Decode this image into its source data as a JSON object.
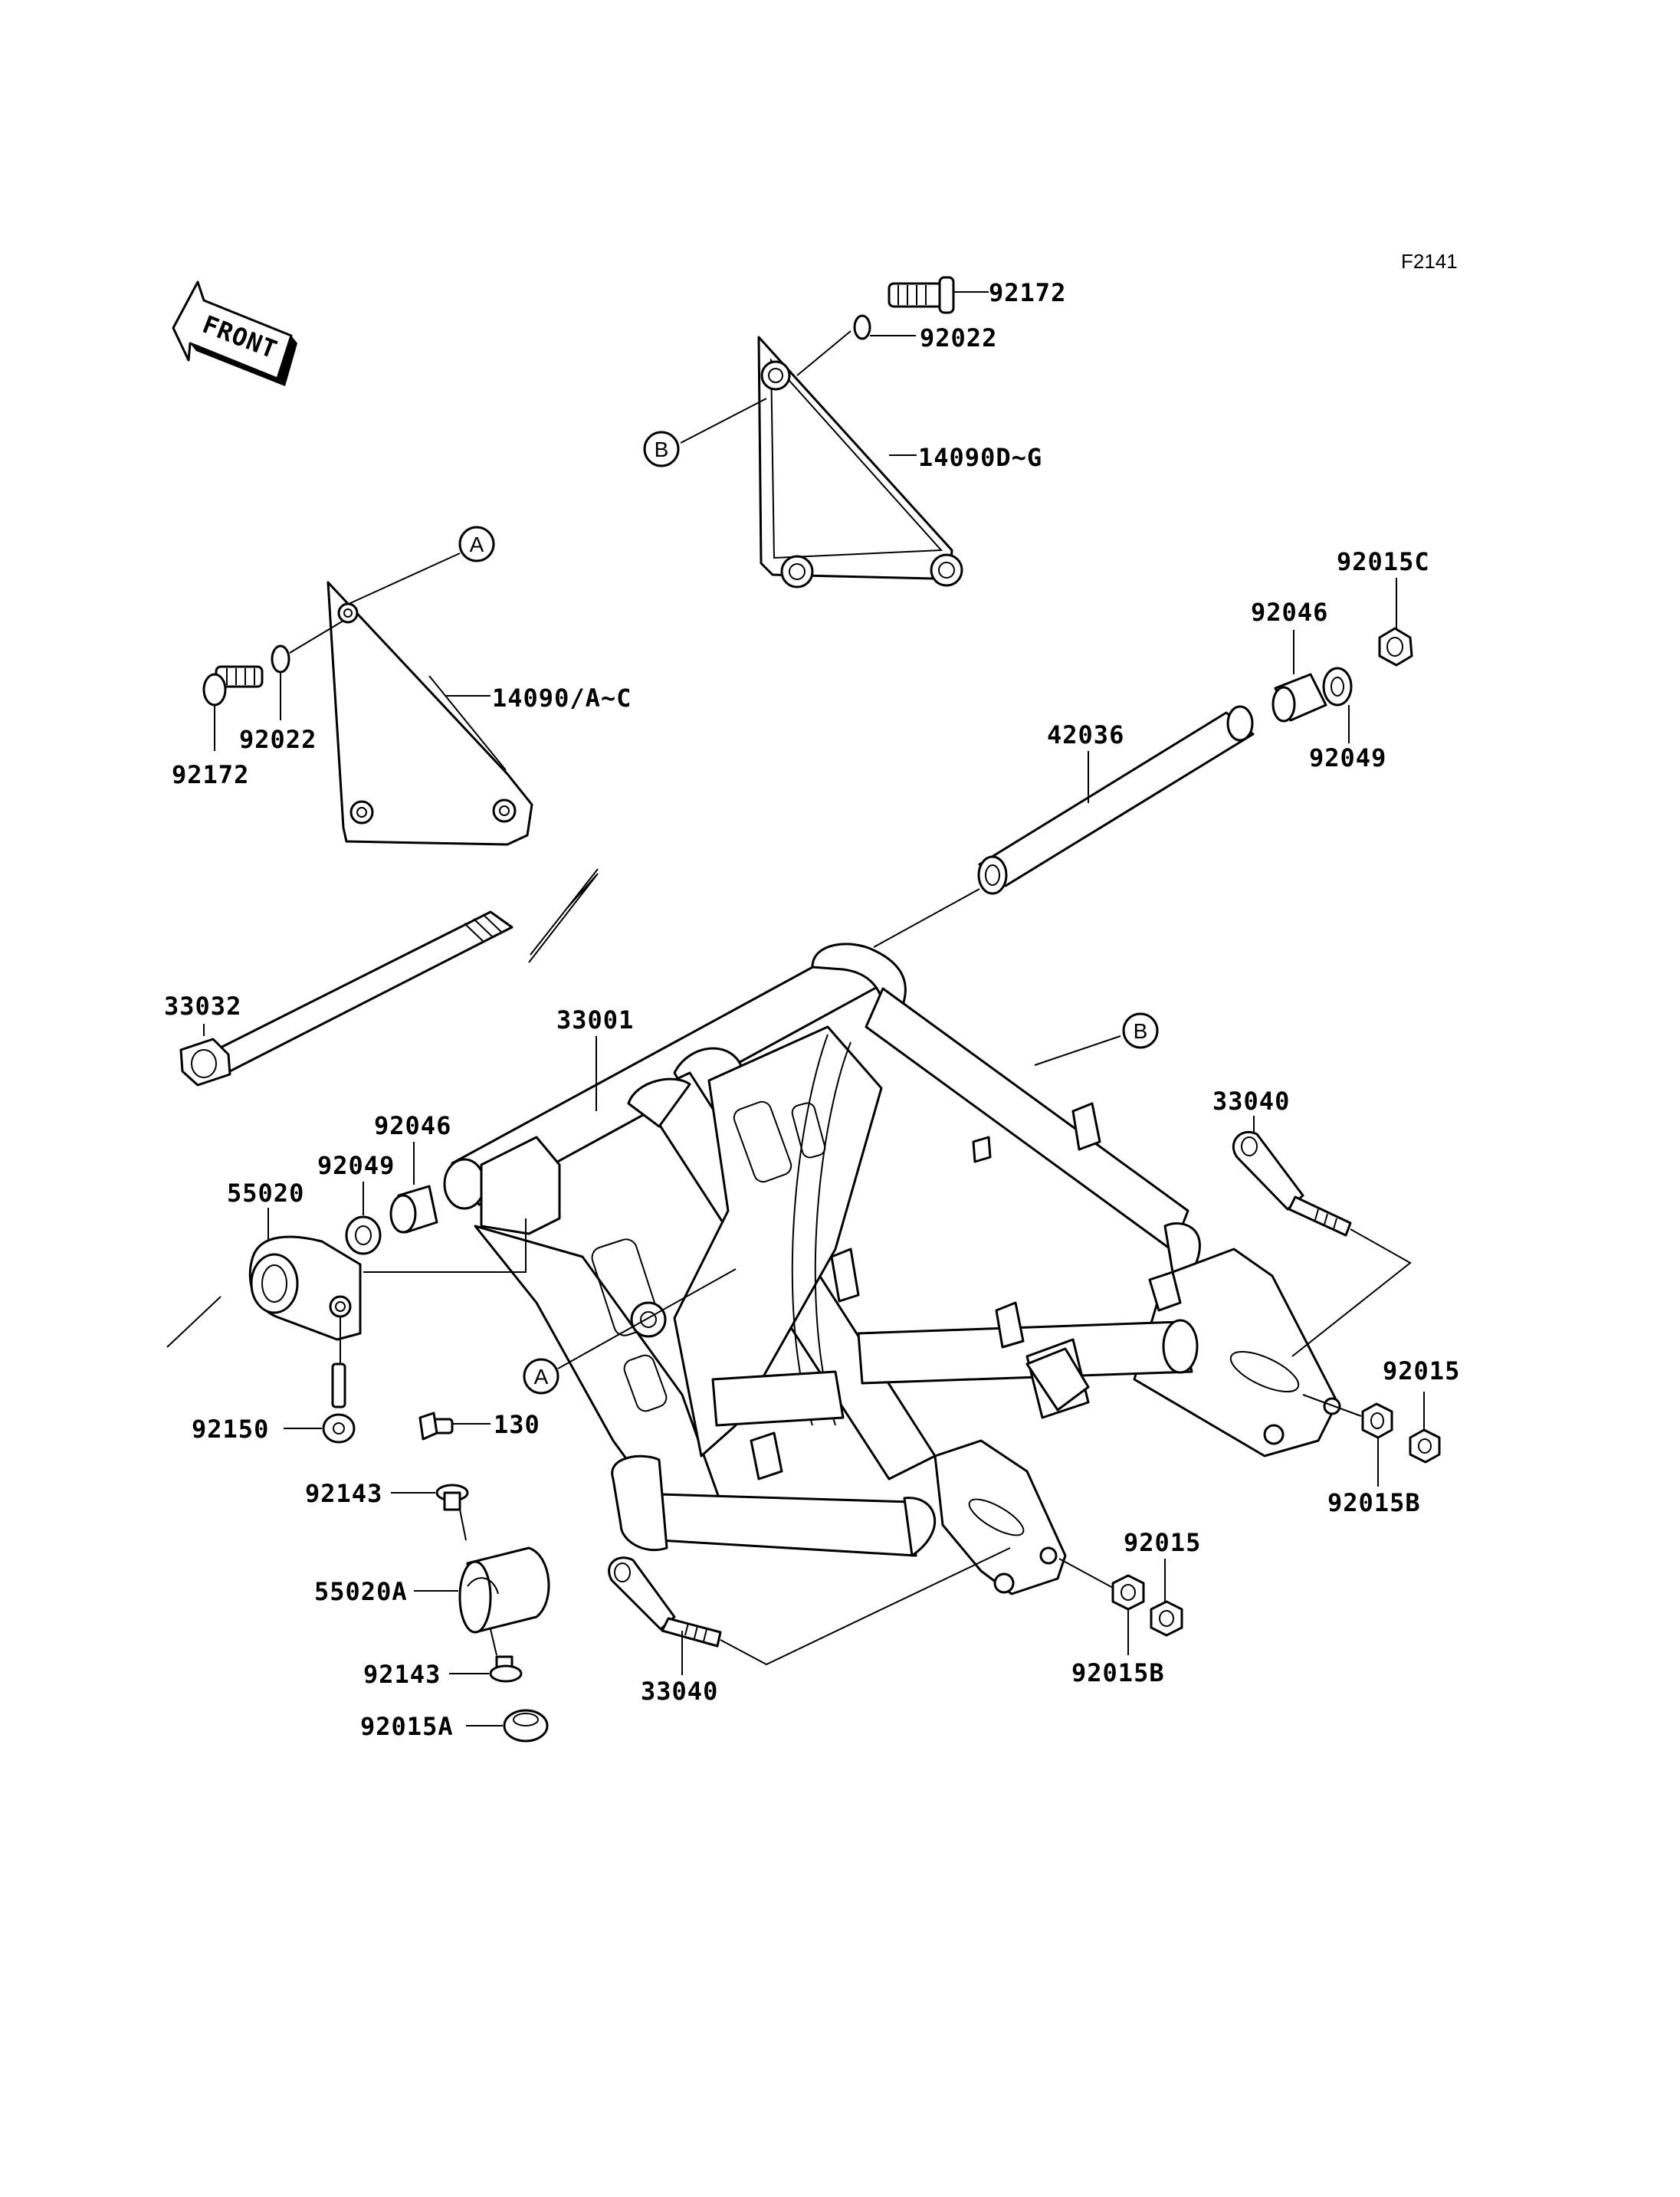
{
  "figure_ref": "F2141",
  "front_label": "FRONT",
  "callouts": {
    "a": "A",
    "b": "B"
  },
  "parts": {
    "p92172_top": "92172",
    "p92022_top": "92022",
    "p14090DG": "14090D~G",
    "p92015C": "92015C",
    "p92046_right": "92046",
    "p92049_right": "92049",
    "p42036": "42036",
    "p14090AC": "14090/A~C",
    "p92022_left": "92022",
    "p92172_left": "92172",
    "p33032": "33032",
    "p33001": "33001",
    "p92046_left": "92046",
    "p92049_left": "92049",
    "p55020": "55020",
    "p33040_right": "33040",
    "p92015_right": "92015",
    "p92015B_right": "92015B",
    "p92150": "92150",
    "p130": "130",
    "p92143_top": "92143",
    "p55020A": "55020A",
    "p92143_bottom": "92143",
    "p92015A": "92015A",
    "p33040_bottom": "33040",
    "p92015_bottom": "92015",
    "p92015B_bottom": "92015B"
  }
}
